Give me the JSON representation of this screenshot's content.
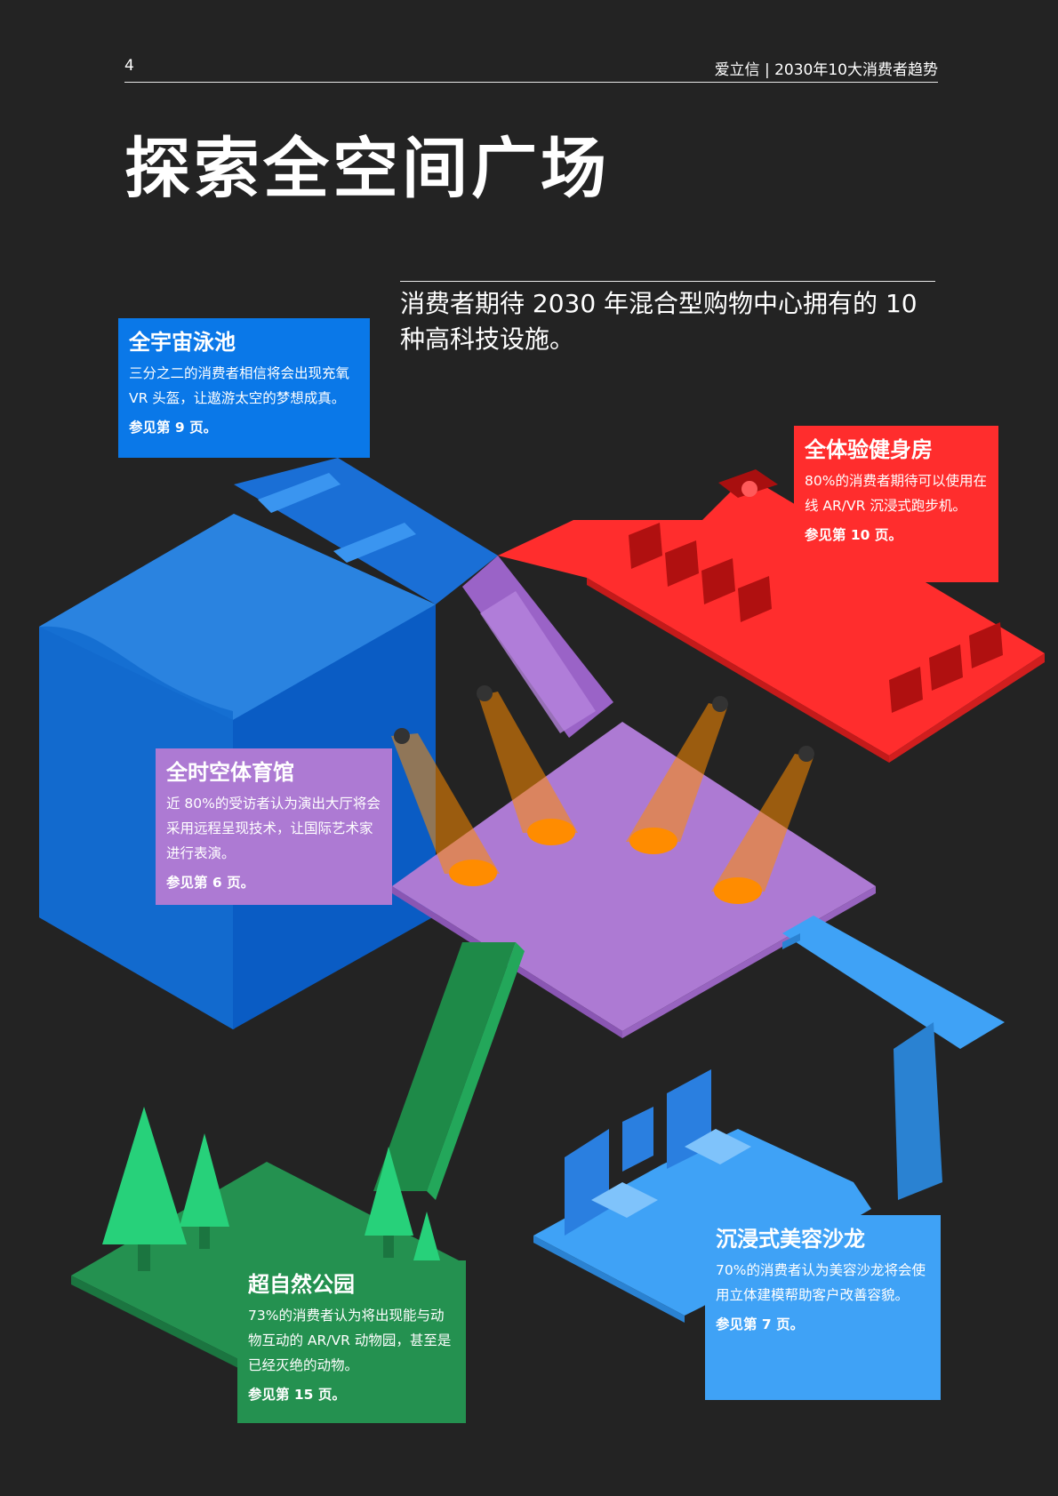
{
  "header": {
    "page_number": "4",
    "running_head": "爱立信 | 2030年10大消费者趋势"
  },
  "title": "探索全空间广场",
  "subtitle": "消费者期待 2030 年混合型购物中心拥有的 10 种高科技设施。",
  "colors": {
    "background": "#232323",
    "pool": "#0a78e8",
    "gym": "#ff2d2d",
    "arena": "#ad7ad3",
    "salon": "#3fa2f6",
    "park": "#249150",
    "spotlight": "#ff8c00"
  },
  "cards": {
    "pool": {
      "title": "全宇宙泳池",
      "body": "三分之二的消费者相信将会出现充氧 VR 头盔，让遨游太空的梦想成真。",
      "ref": "参见第 9 页。"
    },
    "gym": {
      "title": "全体验健身房",
      "body": "80%的消费者期待可以使用在线 AR/VR 沉浸式跑步机。",
      "ref": "参见第 10 页。"
    },
    "arena": {
      "title": "全时空体育馆",
      "body": "近 80%的受访者认为演出大厅将会采用远程呈现技术，让国际艺术家进行表演。",
      "ref": "参见第 6 页。"
    },
    "salon": {
      "title": "沉浸式美容沙龙",
      "body": "70%的消费者认为美容沙龙将会使用立体建模帮助客户改善容貌。",
      "ref": "参见第 7 页。"
    },
    "park": {
      "title": "超自然公园",
      "body": "73%的消费者认为将出现能与动物互动的 AR/VR 动物园，甚至是已经灭绝的动物。",
      "ref": "参见第 15 页。"
    }
  }
}
